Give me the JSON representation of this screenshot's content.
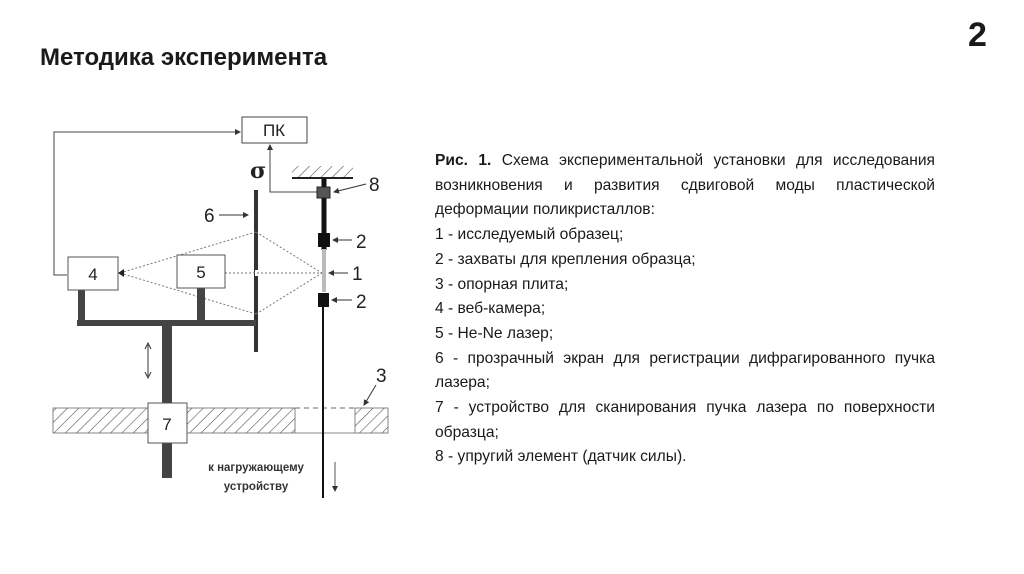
{
  "slide": {
    "title": "Методика эксперимента",
    "page_number": "2"
  },
  "diagram": {
    "pc_label": "ПК",
    "sigma_label": "σ",
    "box_labels": {
      "camera": "4",
      "laser": "5",
      "scanner": "7"
    },
    "callouts": {
      "sample": "1",
      "grip_top": "2",
      "grip_bottom": "2",
      "plate": "3",
      "screen": "6",
      "force_sensor": "8"
    },
    "load_text_line1": "к нагружающему",
    "load_text_line2": "устройству"
  },
  "caption": {
    "fig_label": "Рис. 1.",
    "fig_text": " Схема экспериментальной установки для исследования возникновения и развития сдвиговой моды пластической деформации поликристаллов:",
    "items": [
      "1 - исследуемый образец;",
      "2 - захваты для крепления образца;",
      "3 - опорная плита;",
      "4 - веб-камера;",
      "5 - He-Ne лазер;",
      "6 - прозрачный экран для регистрации дифрагированного пучка лазера;",
      "7 - устройство для сканирования пучка лазера по поверхности образца;",
      "8 - упругий элемент (датчик силы)."
    ]
  }
}
